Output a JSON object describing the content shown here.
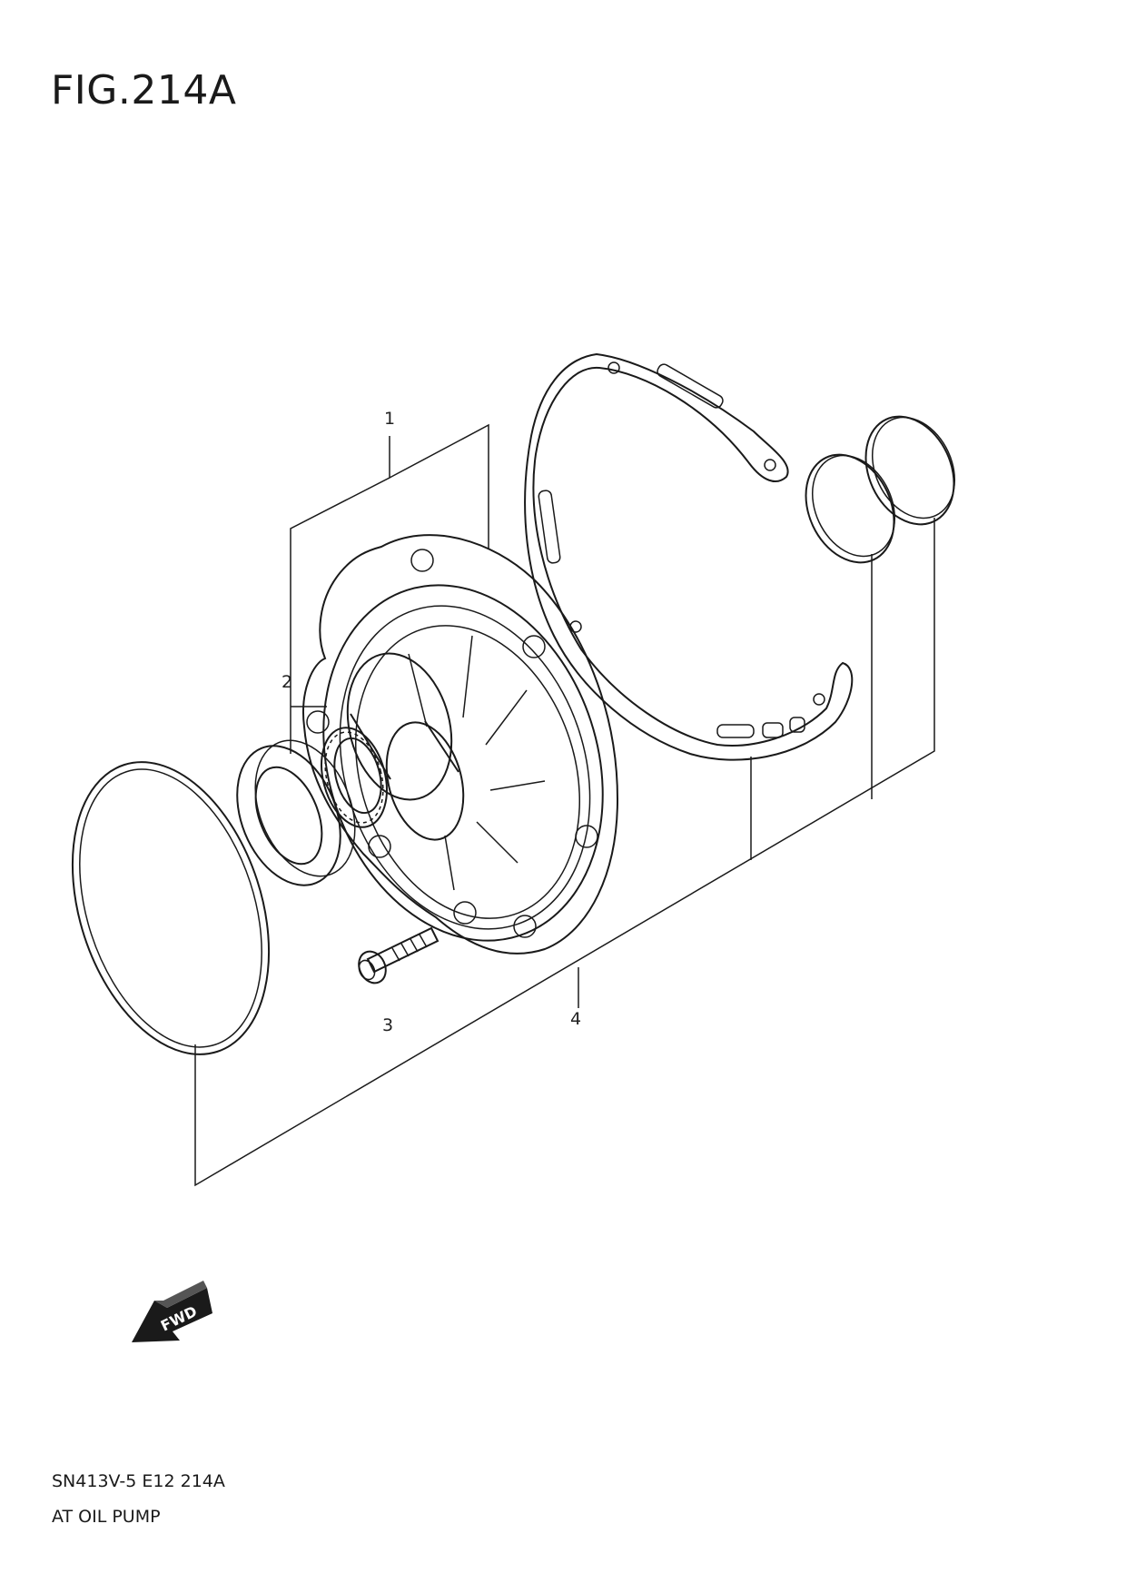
{
  "figure": {
    "title": "FIG.214A"
  },
  "callouts": [
    "1",
    "2",
    "3",
    "4"
  ],
  "fwd_arrow": {
    "label": "FWD",
    "icon": "fwd-arrow-icon"
  },
  "footer": {
    "code": "SN413V-5 E12 214A",
    "name": "AT OIL PUMP"
  },
  "colors": {
    "line": "#1a1a1a",
    "background": "#ffffff"
  }
}
